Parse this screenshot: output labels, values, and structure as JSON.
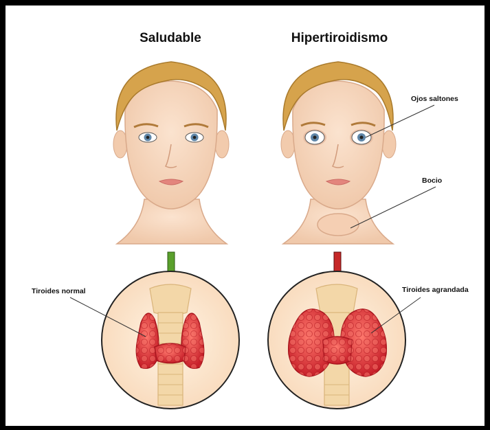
{
  "titles": {
    "left": "Saludable",
    "right": "Hipertiroidismo"
  },
  "labels": {
    "eyes": "Ojos saltones",
    "goiter": "Bocio",
    "normal_thyroid": "Tiroides normal",
    "enlarged_thyroid": "Tiroides agrandada"
  },
  "colors": {
    "skin": "#f7d7be",
    "hair": "#d6a34c",
    "thyroid": "#e0353b",
    "healthy_arrow": "#5aa02c",
    "disease_arrow": "#c62828",
    "background": "#fffaf3"
  }
}
